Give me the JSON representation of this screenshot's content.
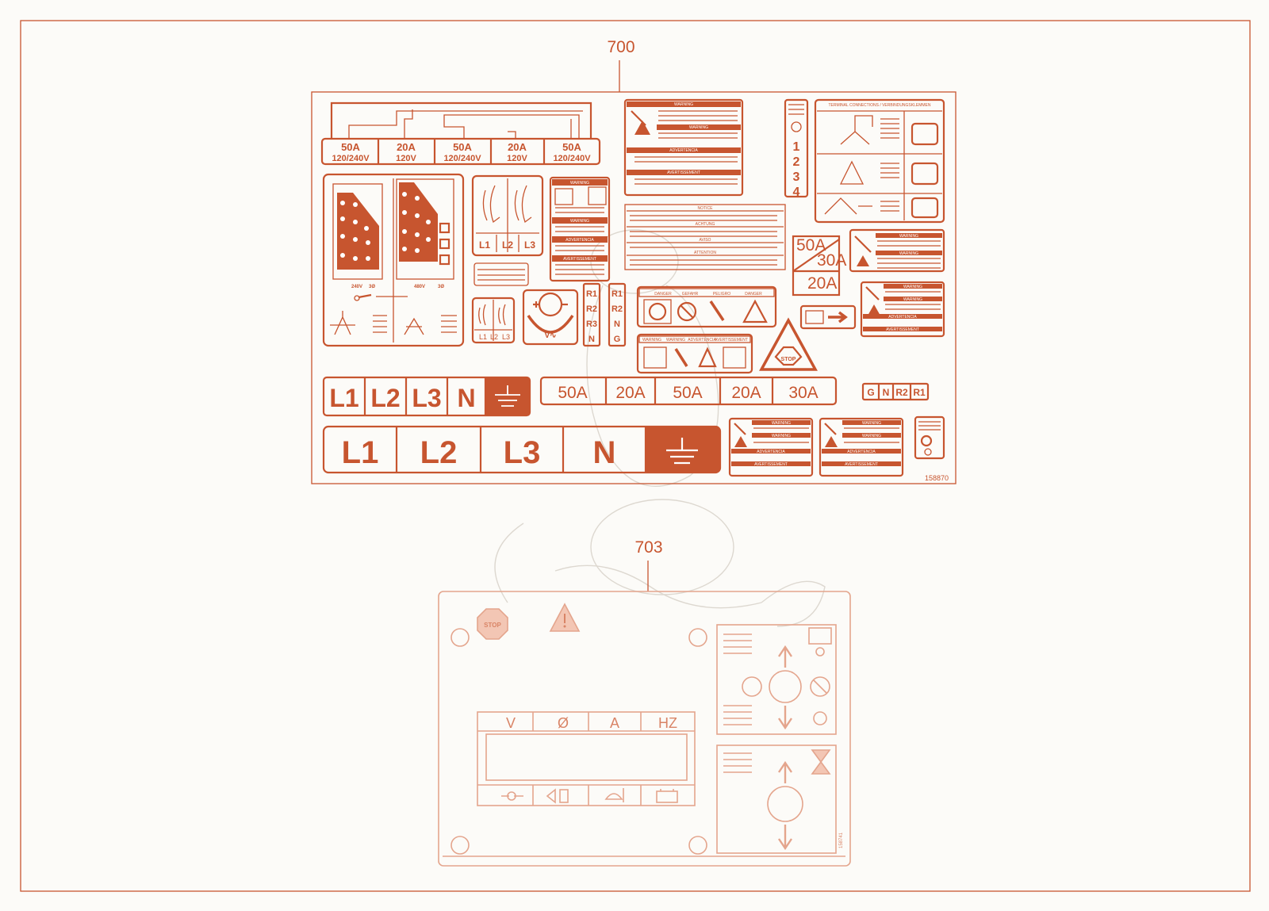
{
  "callouts": {
    "top": "700",
    "bottom": "703"
  },
  "decal_sheet_number": "158870",
  "breakers": [
    {
      "amp": "50A",
      "volt": "120/240V"
    },
    {
      "amp": "20A",
      "volt": "120V"
    },
    {
      "amp": "50A",
      "volt": "120/240V"
    },
    {
      "amp": "20A",
      "volt": "120V"
    },
    {
      "amp": "50A",
      "volt": "120/240V"
    }
  ],
  "voltage_labels": {
    "left": "240V",
    "right": "480V"
  },
  "phase_labels_small": [
    "L1",
    "L2",
    "L3"
  ],
  "headers": {
    "warning": "WARNING",
    "advertencia": "ADVERTENCIA",
    "avertissement": "AVERTISSEMENT",
    "notice": "NOTICE",
    "achtung": "ACHTUNG",
    "aviso": "AVISO",
    "attention": "ATTENTION",
    "terminal": "TERMINAL CONNECTIONS / VERBINDUNGSKLEMMEN"
  },
  "hazard_labels": [
    "DANGER",
    "GEFAHR",
    "PELIGRO",
    "DANGER"
  ],
  "hazard_labels_2": [
    "WARNING",
    "WARNING",
    "ADVERTENCIA",
    "AVERTISSEMENT"
  ],
  "fuses": [
    "1",
    "2",
    "3",
    "4"
  ],
  "relay_col_1": [
    "R1",
    "R2",
    "R3",
    "N"
  ],
  "relay_col_2": [
    "R1",
    "R2",
    "N",
    "G"
  ],
  "stop_text": "STOP",
  "amp_box": {
    "a": "50A",
    "b": "30A",
    "c": "20A"
  },
  "terminal_strip_1": [
    "L1",
    "L2",
    "L3",
    "N"
  ],
  "amp_strip": [
    "50A",
    "20A",
    "50A",
    "20A",
    "30A"
  ],
  "relay_strip": [
    "G",
    "N",
    "R2",
    "R1"
  ],
  "terminal_strip_2": [
    "L1",
    "L2",
    "L3",
    "N"
  ],
  "panel_703": {
    "display_headers": [
      "V",
      "Ø",
      "A",
      "HZ"
    ],
    "stop_text": "STOP",
    "side_text": "158741"
  }
}
